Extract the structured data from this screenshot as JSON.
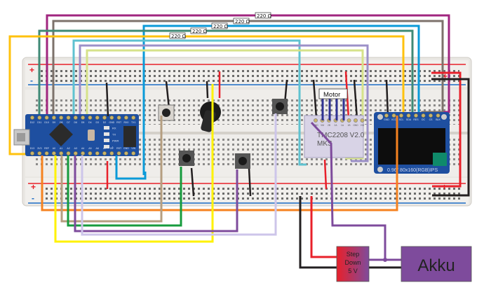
{
  "diagram": {
    "title": "Arduino Nano + TMC2208 stepper driver + 0.96\" TFT wiring on breadboard",
    "resistor_label": "220 Ω",
    "resistor_count": 5,
    "motor_label": "Motor",
    "stepdown_label_lines": [
      "Step",
      "Down",
      "5 V"
    ],
    "battery_label": "Akku",
    "driver_label": "TMC2208  V2.0",
    "driver_brand": "MKS",
    "display_label": "0.96\" 80x160(RGB)IPS",
    "breadboard_rail_plus": "+",
    "breadboard_rail_minus": "-",
    "arduino_top_pins": [
      "D12",
      "D11",
      "D10",
      "D9",
      "D8",
      "D7",
      "D6",
      "D5",
      "D4",
      "D3",
      "D2",
      "GND",
      "RST",
      "RX0",
      "TX1"
    ],
    "arduino_bottom_pins": [
      "D13",
      "3V3",
      "REF",
      "A0",
      "A1",
      "A2",
      "A3",
      "A4",
      "A5",
      "A6",
      "A7",
      "5V",
      "RST",
      "GND",
      "VIN"
    ],
    "arduino_leds": [
      "RX",
      "TX",
      "PWR",
      "L"
    ],
    "driver_top_pins": [
      "GND",
      "VM",
      "2B",
      "2A",
      "1A",
      "1B",
      "GND",
      "VIO"
    ],
    "driver_bottom_pins": [
      "EN",
      "MS1",
      "MS2",
      "PDN",
      "PDN",
      "CLK",
      "STEP",
      "DIR"
    ],
    "display_pins": [
      "GND",
      "VCC",
      "SCL",
      "SDA",
      "RES",
      "DC",
      "CS",
      "BLK"
    ],
    "colors": {
      "magenta": "#a0267f",
      "taupe": "#7d726b",
      "blue": "#0b9ad8",
      "teal": "#3f8a76",
      "gold": "#ffc20e",
      "cyan": "#5fc2d0",
      "lavender": "#9c90c8",
      "lime": "#d6e28a",
      "orange": "#f58220",
      "yellow": "#fff200",
      "tan": "#b59e80",
      "green": "#169b3d",
      "purple": "#7e4b9c",
      "lilac": "#cdc5ea",
      "red": "#e8202a",
      "black": "#231f20",
      "akku": "#7e4b9c",
      "pcb_blue": "#1e4fa0"
    }
  }
}
